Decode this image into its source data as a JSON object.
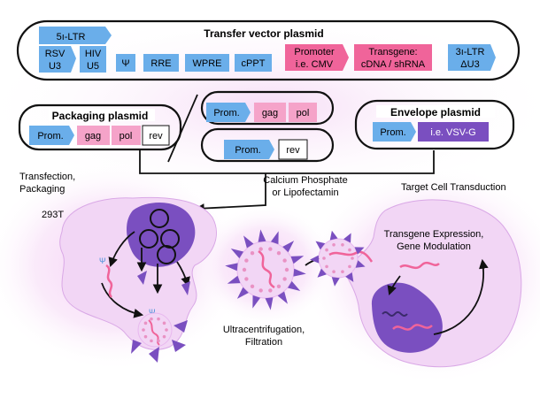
{
  "transfer_plasmid": {
    "title": "Transfer vector plasmid",
    "ltr5_top": "5ı-LTR",
    "ltr5_rsv": "RSV",
    "ltr5_u3": "U3",
    "hiv": "HIV",
    "hiv_u5": "U5",
    "psi": "Ψ",
    "rre": "RRE",
    "wpre": "WPRE",
    "cppt": "cPPT",
    "promoter_line1": "Promoter",
    "promoter_line2": "i.e. CMV",
    "transgene_line1": "Transgene:",
    "transgene_line2": "cDNA / shRNA",
    "ltr3_line1": "3ı-LTR",
    "ltr3_line2": "ΔU3"
  },
  "packaging_plasmid": {
    "title": "Packaging plasmid",
    "prom": "Prom.",
    "gag": "gag",
    "pol": "pol",
    "rev": "rev"
  },
  "split_plasmids": {
    "a_prom": "Prom.",
    "a_gag": "gag",
    "a_pol": "pol",
    "b_prom": "Prom.",
    "b_rev": "rev"
  },
  "envelope_plasmid": {
    "title": "Envelope plasmid",
    "prom": "Prom.",
    "vsvg": "i.e. VSV-G"
  },
  "labels": {
    "calcium_line1": "Calcium Phosphate",
    "calcium_line2": "or Lipofectamin",
    "transfection_line1": "Transfection,",
    "transfection_line2": "Packaging",
    "cell_293t": "293T",
    "target_cell": "Target Cell Transduction",
    "expression_line1": "Transgene Expression,",
    "expression_line2": "Gene Modulation",
    "ultra_line1": "Ultracentrifugation,",
    "ultra_line2": "Filtration",
    "psi_small_1": "Ψ",
    "psi_small_2": "Ψ"
  },
  "colors": {
    "blue": "#6aaeea",
    "pink": "#f0649a",
    "pink_light": "#f5a3c9",
    "purple": "#7a4fc0",
    "purple_light": "#a784dd",
    "cell_fill": "#f2d6f5",
    "dot": "#e992c4"
  }
}
